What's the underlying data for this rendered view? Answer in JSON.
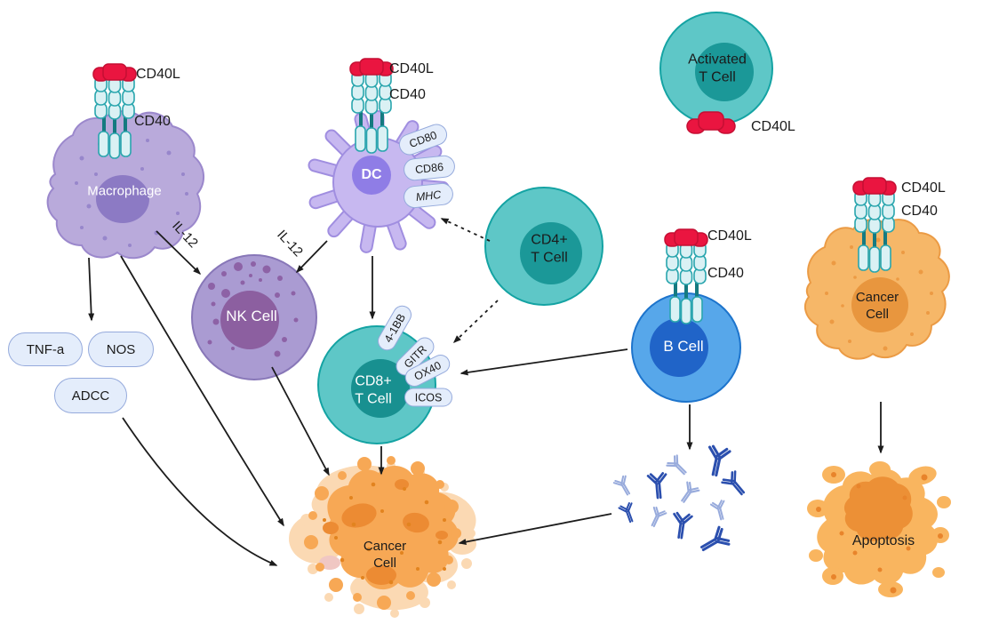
{
  "cells": {
    "macrophage": {
      "label": "Macrophage"
    },
    "dc": {
      "label": "DC"
    },
    "nk": {
      "label": "NK Cell"
    },
    "activated_t": {
      "line1": "Activated",
      "line2": "T Cell"
    },
    "cd4_t": {
      "line1": "CD4+",
      "line2": "T Cell"
    },
    "cd8_t": {
      "line1": "CD8+",
      "line2": "T Cell"
    },
    "b_cell": {
      "label": "B Cell"
    },
    "cancer_right": {
      "line1": "Cancer",
      "line2": "Cell"
    },
    "cancer_dying": {
      "line1": "Cancer",
      "line2": "Cell"
    },
    "apoptosis": {
      "label": "Apoptosis"
    }
  },
  "receptors": {
    "cd40l": "CD40L",
    "cd40": "CD40",
    "cd80": "CD80",
    "cd86": "CD86",
    "mhc": "MHC",
    "p41bb": "4-1BB",
    "gitr": "GITR",
    "ox40": "OX40",
    "icos": "ICOS"
  },
  "molecules": {
    "il12": "IL-12",
    "tnfa": "TNF-a",
    "nos": "NOS",
    "adcc": "ADCC"
  },
  "colors": {
    "teal_cell": "#5ec7c7",
    "teal_nucleus": "#1b9898",
    "macrophage_purple": "#b9aadb",
    "dc_lavender": "#c7b8f0",
    "nk_purple": "#aa9bd2",
    "b_cell_blue": "#57a7ea",
    "cancer_orange": "#f6b768",
    "cd40l_red": "#ea1540",
    "pill_fill": "#e4edfb",
    "pill_border": "#95aadc",
    "antibody_dark": "#2b4fae",
    "antibody_light": "#98abdc",
    "arrow_black": "#1c1c1c"
  }
}
